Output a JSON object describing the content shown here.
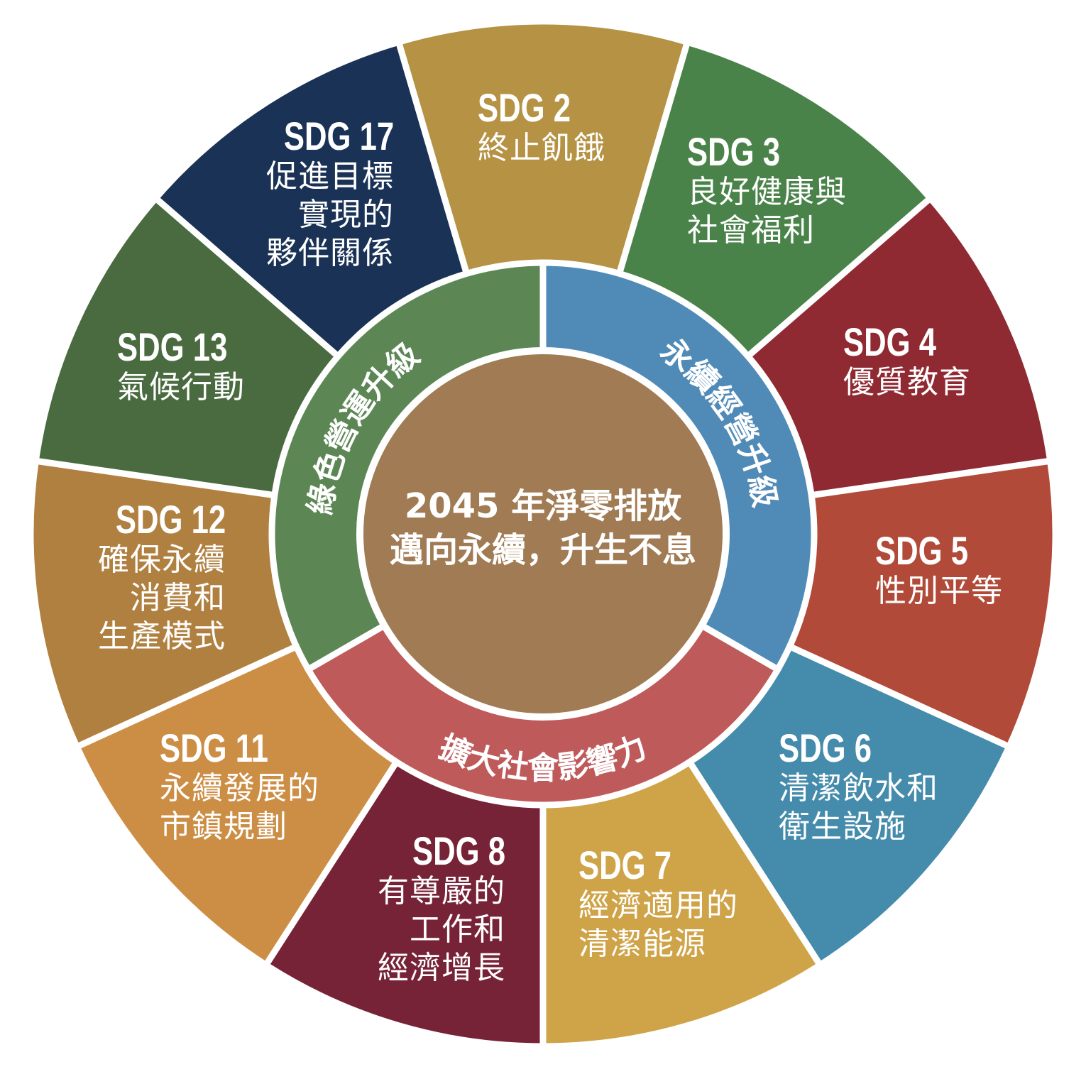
{
  "center": {
    "line1": "2045 年淨零排放",
    "line2": "邁向永續，升生不息",
    "color": "#A07B53"
  },
  "ring": [
    {
      "label": "永續經營升級",
      "color": "#508BB8"
    },
    {
      "label": "擴大社會影響力",
      "color": "#BF5A5B"
    },
    {
      "label": "綠色營運升級",
      "color": "#5C8755"
    }
  ],
  "segments": [
    {
      "title": "SDG 2",
      "lines": [
        "終止飢餓"
      ],
      "color": "#B59244"
    },
    {
      "title": "SDG 3",
      "lines": [
        "良好健康與",
        "社會福利"
      ],
      "color": "#4A834A"
    },
    {
      "title": "SDG 4",
      "lines": [
        "優質教育"
      ],
      "color": "#8F2A33"
    },
    {
      "title": "SDG 5",
      "lines": [
        "性別平等"
      ],
      "color": "#B14A38"
    },
    {
      "title": "SDG 6",
      "lines": [
        "清潔飲水和",
        "衛生設施"
      ],
      "color": "#458BAB"
    },
    {
      "title": "SDG 7",
      "lines": [
        "經濟適用的",
        "清潔能源"
      ],
      "color": "#CFA448"
    },
    {
      "title": "SDG 8",
      "lines": [
        "有尊嚴的",
        "工作和",
        "經濟增長"
      ],
      "color": "#772337"
    },
    {
      "title": "SDG 11",
      "lines": [
        "永續發展的",
        "市鎮規劃"
      ],
      "color": "#CC8E45"
    },
    {
      "title": "SDG 12",
      "lines": [
        "確保永續",
        "消費和",
        "生產模式"
      ],
      "color": "#B08040"
    },
    {
      "title": "SDG 13",
      "lines": [
        "氣候行動"
      ],
      "color": "#4A6B40"
    },
    {
      "title": "SDG 17",
      "lines": [
        "促進目標",
        "實現的",
        "夥伴關係"
      ],
      "color": "#1A3255"
    }
  ]
}
